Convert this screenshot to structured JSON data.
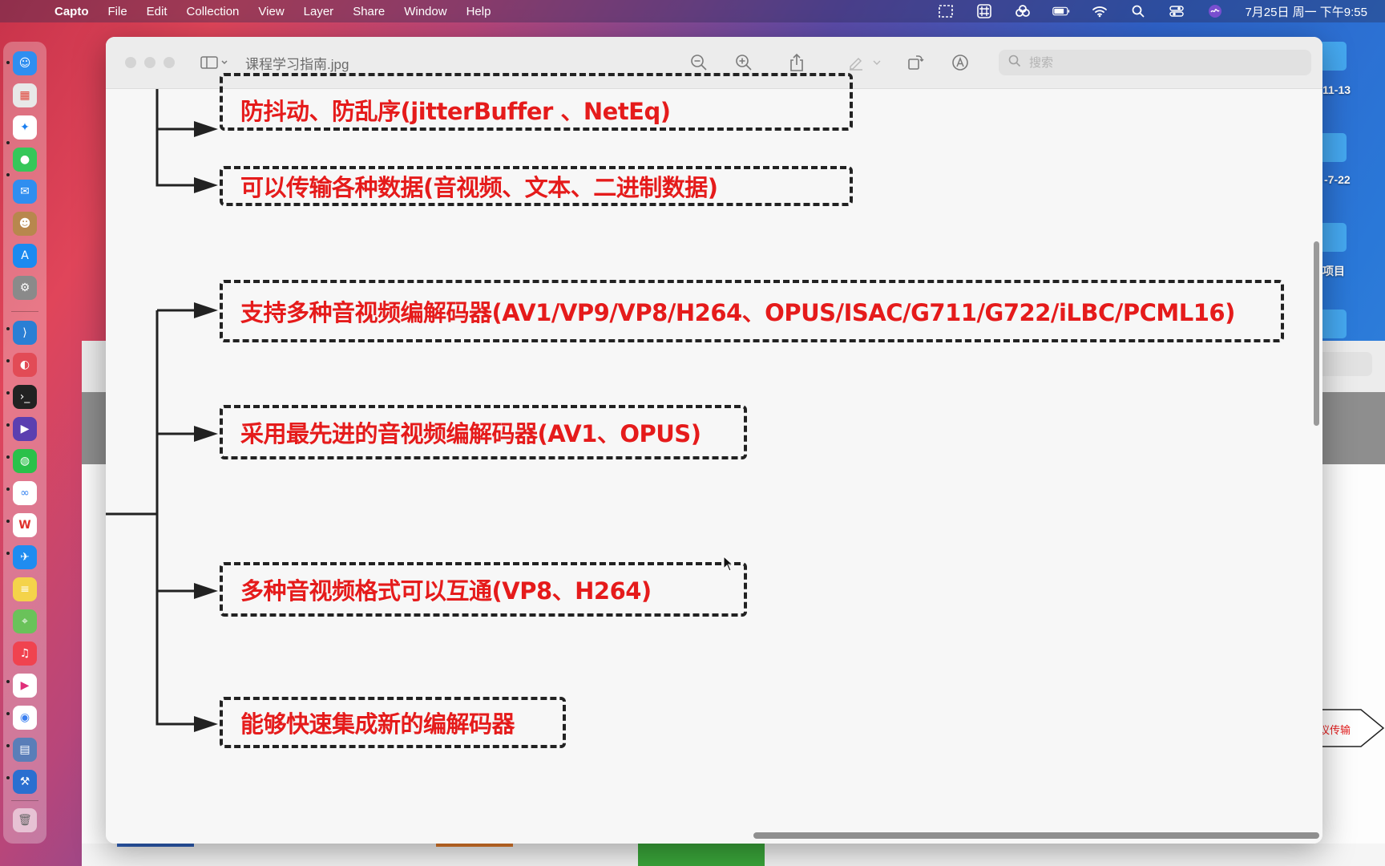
{
  "menubar": {
    "apple_glyph": "",
    "app_name": "Capto",
    "items": [
      "File",
      "Edit",
      "Collection",
      "View",
      "Layer",
      "Share",
      "Window",
      "Help"
    ],
    "clock": "7月25日 周一 下午9:55"
  },
  "desktop": {
    "labels": [
      "11-13",
      "-7-22",
      "项目"
    ],
    "edge_shape_label": "议传输"
  },
  "window": {
    "title": "课程学习指南.jpg",
    "search_placeholder": "搜索"
  },
  "diagram": {
    "boxes": [
      "防抖动、防乱序(jitterBuffer 、NetEq)",
      "可以传输各种数据(音视频、文本、二进制数据)",
      "支持多种音视频编解码器(AV1/VP9/VP8/H264、OPUS/ISAC/G711/G722/iLBC/PCML16)",
      "采用最先进的音视频编解码器(AV1、OPUS)",
      "多种音视频格式可以互通(VP8、H264)",
      "能够快速集成新的编解码器"
    ],
    "text_color": "#e51b1b"
  }
}
